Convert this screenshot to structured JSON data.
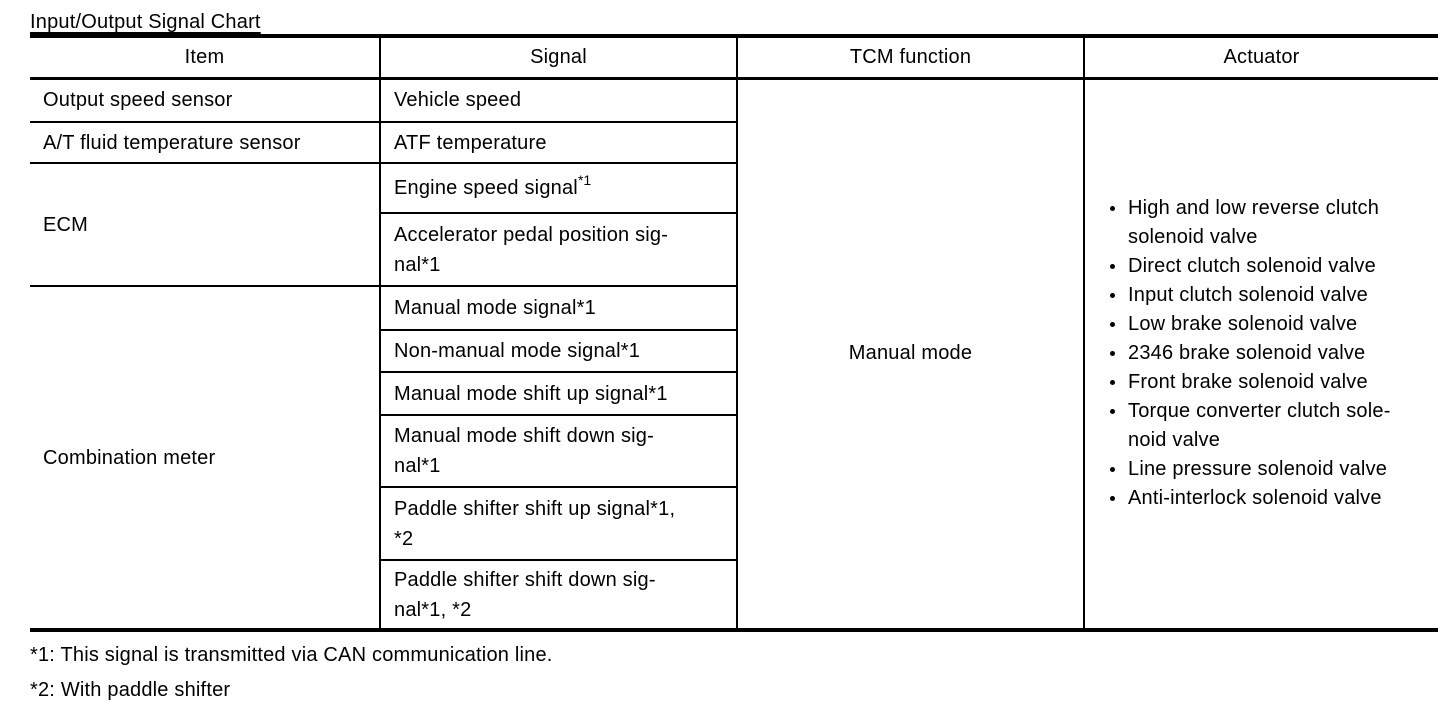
{
  "title": "Input/Output Signal Chart",
  "table": {
    "headers": {
      "item": "Item",
      "signal": "Signal",
      "tcm_function": "TCM function",
      "actuator": "Actuator"
    },
    "items": {
      "output_speed_sensor": "Output speed sensor",
      "at_fluid_temperature_sensor": "A/T fluid temperature sensor",
      "ecm": "ECM",
      "combination_meter": "Combination meter"
    },
    "signals": {
      "vehicle_speed": "Vehicle speed",
      "atf_temperature": "ATF temperature",
      "engine_speed": {
        "text": "Engine speed signal",
        "sup": "*1"
      },
      "accelerator_pedal_position": "Accelerator pedal position sig-\nnal*1",
      "manual_mode": "Manual mode signal*1",
      "non_manual_mode": "Non-manual mode signal*1",
      "manual_mode_shift_up": "Manual mode shift up signal*1",
      "manual_mode_shift_down": "Manual mode shift down sig-\nnal*1",
      "paddle_shifter_shift_up": "Paddle shifter shift up signal*1,\n*2",
      "paddle_shifter_shift_down": "Paddle shifter shift down sig-\nnal*1, *2"
    },
    "tcm_function_value": "Manual mode",
    "actuators": [
      "High and low reverse clutch\nsolenoid valve",
      "Direct clutch solenoid valve",
      "Input clutch solenoid valve",
      "Low brake solenoid valve",
      "2346 brake solenoid valve",
      "Front brake solenoid valve",
      "Torque converter clutch sole-\nnoid valve",
      "Line pressure solenoid valve",
      "Anti-interlock solenoid valve"
    ]
  },
  "footnotes": [
    "*1: This signal is transmitted via CAN communication line.",
    "*2: With paddle shifter"
  ]
}
